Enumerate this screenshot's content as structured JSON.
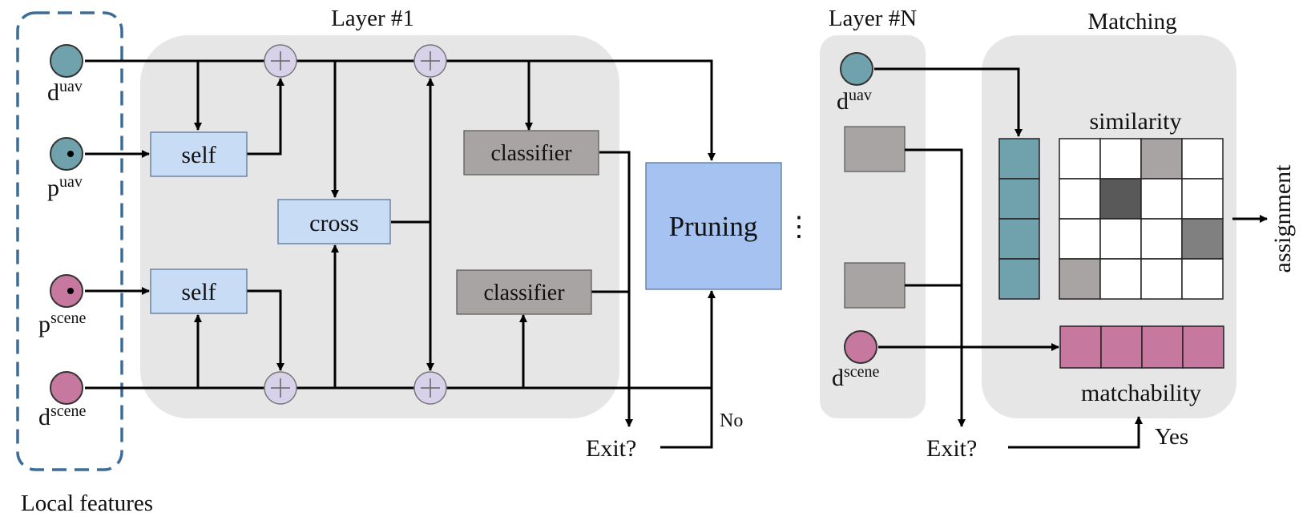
{
  "labels": {
    "layer1": "Layer #1",
    "layerN": "Layer #N",
    "matching": "Matching",
    "local_features": "Local features",
    "self_top": "self",
    "self_bottom": "self",
    "cross": "cross",
    "classifier_top": "classifier",
    "classifier_bottom": "classifier",
    "pruning": "Pruning",
    "exit1": "Exit?",
    "exit2": "Exit?",
    "no": "No",
    "yes": "Yes",
    "similarity": "similarity",
    "matchability": "matchability",
    "assignment": "assignment",
    "ellipsis": "⋮",
    "d_uav_base": "d",
    "d_uav_sup": "uav",
    "p_uav_base": "p",
    "p_uav_sup": "uav",
    "p_scene_base": "p",
    "p_scene_sup": "scene",
    "d_scene_base": "d",
    "d_scene_sup": "scene",
    "dN_uav_base": "d",
    "dN_uav_sup": "uav",
    "dN_scene_base": "d",
    "dN_scene_sup": "scene"
  },
  "colors": {
    "teal": "#6fa2ad",
    "pink": "#c6789f",
    "block_blue": "#c9dcf5",
    "pruning_blue": "#a6c2f1",
    "classifier_gray": "#a9a4a4",
    "panel_gray": "#e6e6e6",
    "adder": "#d7d1ea",
    "dash_blue": "#3d6d96"
  },
  "similarity_grid": [
    [
      "white",
      "white",
      "light",
      "white"
    ],
    [
      "white",
      "dark",
      "white",
      "white"
    ],
    [
      "white",
      "white",
      "white",
      "mid"
    ],
    [
      "light",
      "white",
      "white",
      "white"
    ]
  ]
}
